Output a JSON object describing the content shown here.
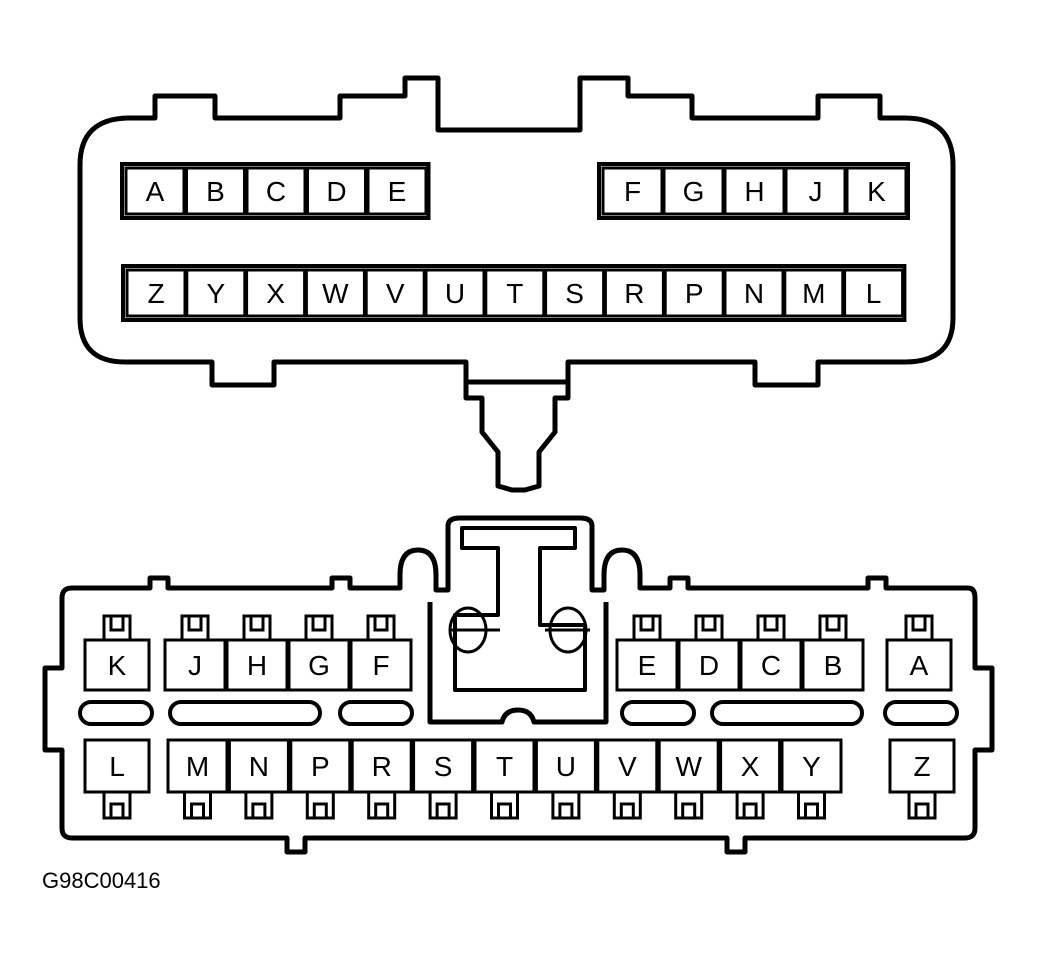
{
  "figure_code": "G98C00416",
  "female_connector": {
    "row_1_left": [
      "A",
      "B",
      "C",
      "D",
      "E"
    ],
    "row_1_right": [
      "F",
      "G",
      "H",
      "J",
      "K"
    ],
    "row_2": [
      "Z",
      "Y",
      "X",
      "W",
      "V",
      "U",
      "T",
      "S",
      "R",
      "P",
      "N",
      "M",
      "L"
    ]
  },
  "male_connector": {
    "row_1_left": [
      "K",
      "J",
      "H",
      "G",
      "F"
    ],
    "row_1_right": [
      "E",
      "D",
      "C",
      "B",
      "A"
    ],
    "row_2": [
      "L",
      "M",
      "N",
      "P",
      "R",
      "S",
      "T",
      "U",
      "V",
      "W",
      "X",
      "Y",
      "Z"
    ]
  }
}
